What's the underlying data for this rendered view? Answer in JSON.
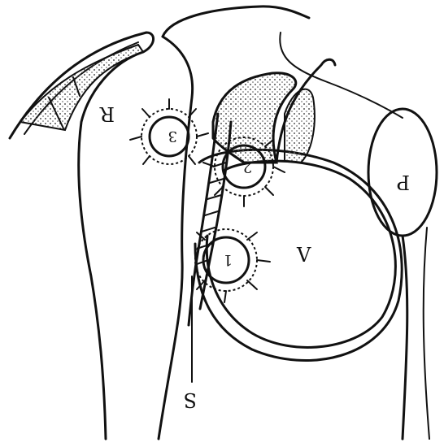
{
  "figure": {
    "labels": {
      "R": "R",
      "V": "V",
      "P": "P",
      "S": "S",
      "L1": "1",
      "L2": "2",
      "L3": "3"
    },
    "colors": {
      "ink": "#111111",
      "paper": "#ffffff",
      "stipple": "#555555"
    }
  }
}
